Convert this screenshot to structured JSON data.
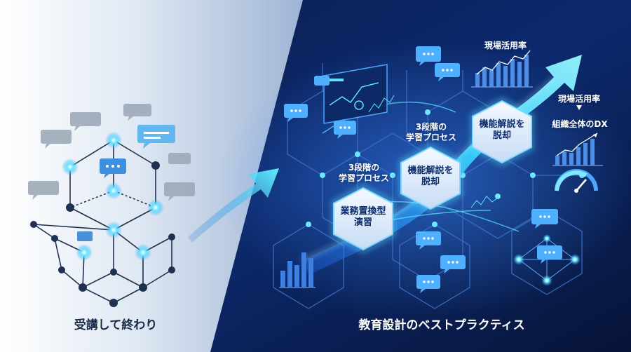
{
  "left_panel": {
    "caption": "受講して終わり",
    "caption_color": "#1a2a44"
  },
  "right_panel": {
    "caption": "教育設計のベストプラクティス",
    "caption_color": "#ffffff",
    "top_label": "現場活用率",
    "side_label_top": "現場活用率",
    "side_label_bottom": "組織全体のDX",
    "process_label_left": "3段階の\n学習プロセス",
    "process_label_mid": "3段階の\n学習プロセス",
    "hex_bottom": "業務置換型\n演習",
    "hex_middle": "機能解説を\n脱却",
    "hex_top": "機能解説を\n脱却"
  },
  "colors": {
    "accent": "#35e0ff",
    "node_glow": "#4fd8ff",
    "deep_blue": "#0a1c4a"
  }
}
